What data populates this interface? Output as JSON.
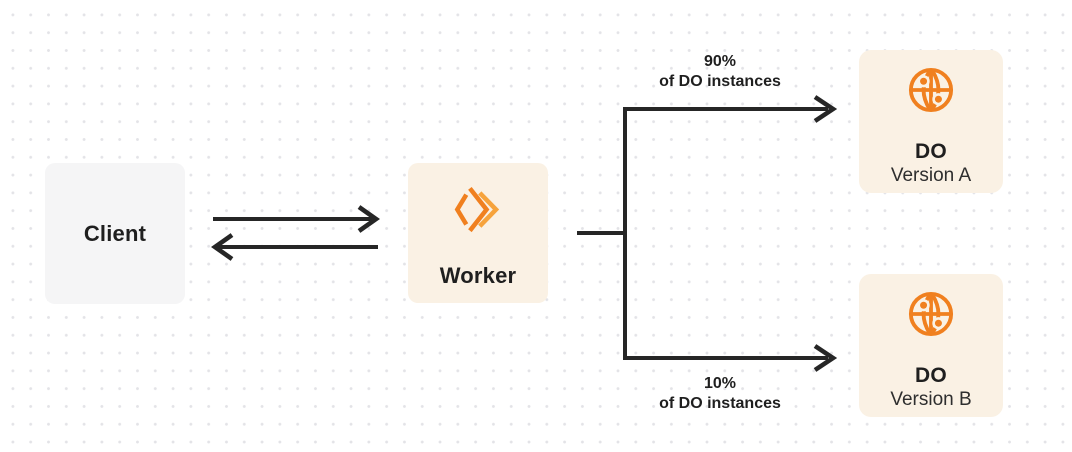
{
  "colors": {
    "line_dark": "#262626",
    "accent_orange": "#F0801F",
    "accent_orange_light": "#F6A33C",
    "worker_panel": "#FAF1E4",
    "client_panel": "#F5F5F6",
    "dot_color": "#E3E3E7",
    "text_dark": "#1F1F1F",
    "text_sub": "#2E2E2E"
  },
  "nodes": {
    "client": {
      "label": "Client"
    },
    "worker": {
      "label": "Worker",
      "icon": "cloudflare-workers-logo-icon"
    },
    "do_a": {
      "title": "DO",
      "subtitle": "Version A",
      "icon": "durable-object-globe-icon"
    },
    "do_b": {
      "title": "DO",
      "subtitle": "Version B",
      "icon": "durable-object-globe-icon"
    }
  },
  "branches": {
    "a": {
      "percent": "90%",
      "caption": "of DO instances"
    },
    "b": {
      "percent": "10%",
      "caption": "of DO instances"
    }
  }
}
